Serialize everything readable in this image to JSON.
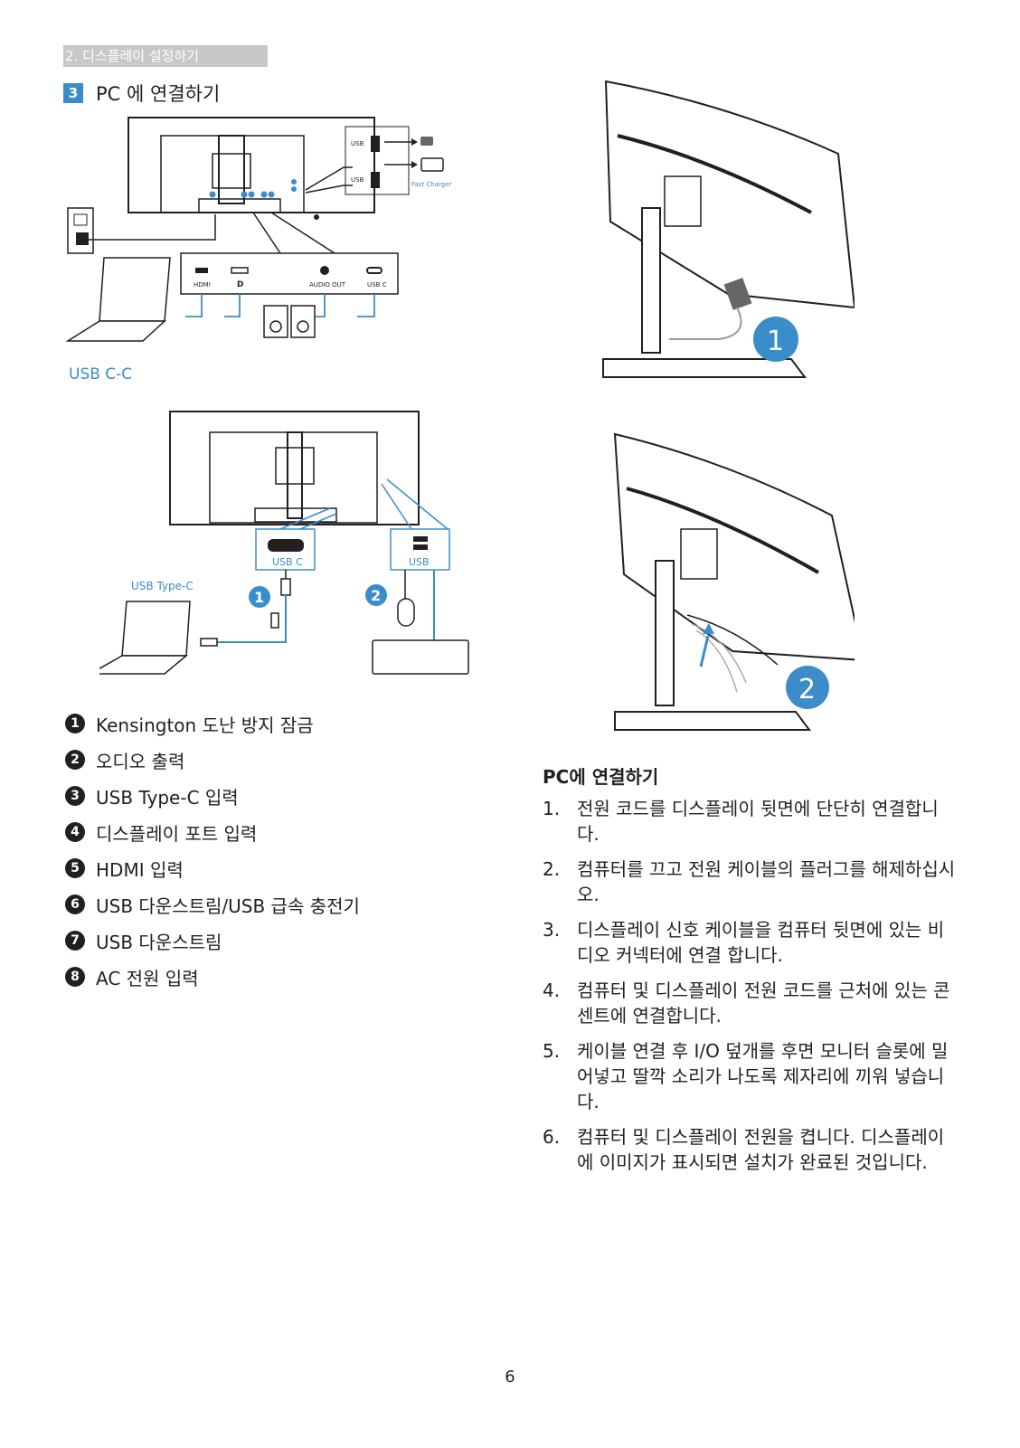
{
  "header": {
    "section_tag": "2. 디스플레이 설정하기",
    "step_number": "3",
    "step_title": "PC 에 연결하기"
  },
  "diagram1": {
    "port_labels": [
      "HDMI",
      "D",
      "AUDIO OUT",
      "USB C"
    ],
    "usb_label_1": "USB",
    "usb_label_2": "USB",
    "fast_charger": "Fast Charger"
  },
  "diagram2": {
    "caption": "USB C-C",
    "usb_type_c": "USB Type-C",
    "usb_c_box": "USB C",
    "usb_box": "USB",
    "callout_1": "1",
    "callout_2": "2"
  },
  "photos": {
    "callout_1": "1",
    "callout_2": "2"
  },
  "legend": [
    {
      "num": "1",
      "label": "Kensington 도난 방지 잠금"
    },
    {
      "num": "2",
      "label": "오디오 출력"
    },
    {
      "num": "3",
      "label": "USB Type-C 입력"
    },
    {
      "num": "4",
      "label": "디스플레이 포트 입력"
    },
    {
      "num": "5",
      "label": "HDMI 입력"
    },
    {
      "num": "6",
      "label": "USB 다운스트림/USB 급속 충전기"
    },
    {
      "num": "7",
      "label": "USB 다운스트림"
    },
    {
      "num": "8",
      "label": "AC 전원 입력"
    }
  ],
  "steps_title": "PC에 연결하기",
  "steps": [
    {
      "num": "1.",
      "text": "전원 코드를 디스플레이 뒷면에 단단히 연결합니다."
    },
    {
      "num": "2.",
      "text": "컴퓨터를 끄고 전원 케이블의 플러그를 해제하십시오."
    },
    {
      "num": "3.",
      "text": "디스플레이 신호 케이블을 컴퓨터 뒷면에 있는 비디오 커넥터에 연결 합니다."
    },
    {
      "num": "4.",
      "text": "컴퓨터 및 디스플레이 전원 코드를 근처에 있는 콘센트에 연결합니다."
    },
    {
      "num": "5.",
      "text": "케이블 연결 후 I/O 덮개를 후면 모니터 슬롯에 밀어넣고 딸깍 소리가 나도록 제자리에 끼워 넣습니다."
    },
    {
      "num": "6.",
      "text": "컴퓨터 및 디스플레이 전원을 켭니다. 디스플레이에 이미지가 표시되면 설치가 완료된 것입니다."
    }
  ],
  "page_number": "6"
}
